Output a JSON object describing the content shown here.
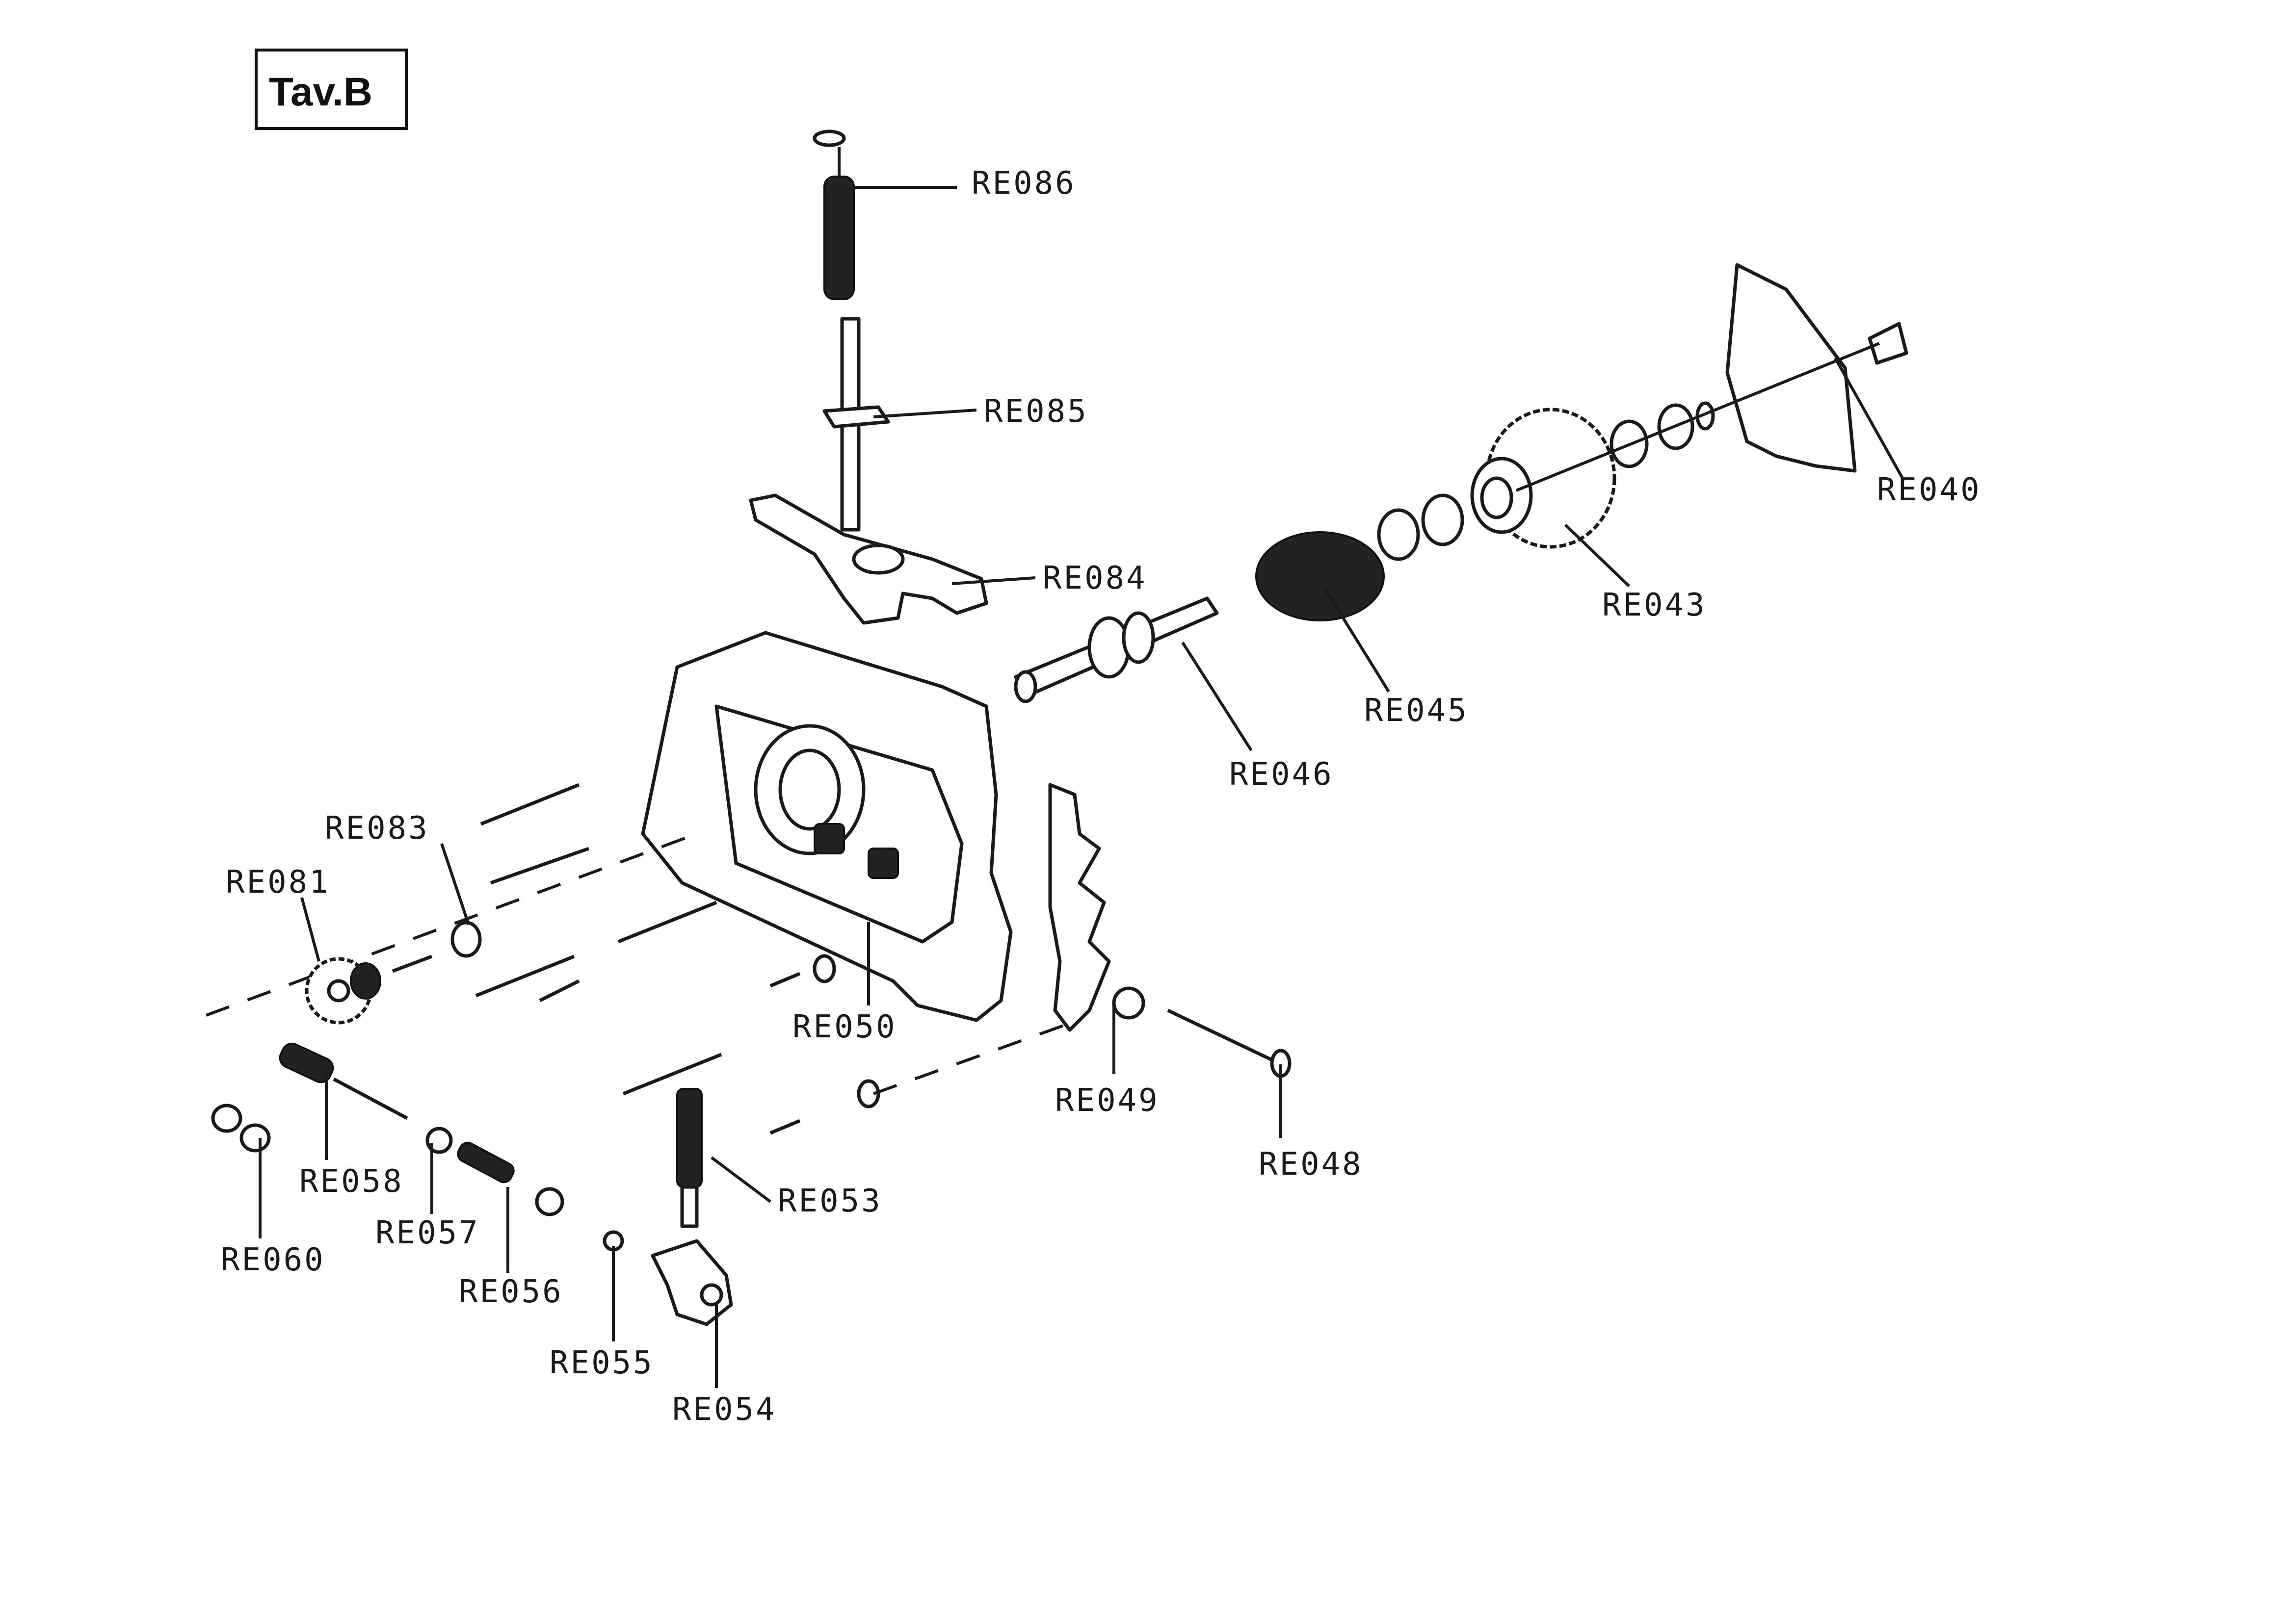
{
  "title": "Tav.B",
  "parts": [
    {
      "code": "RE086"
    },
    {
      "code": "RE085"
    },
    {
      "code": "RE084"
    },
    {
      "code": "RE040"
    },
    {
      "code": "RE043"
    },
    {
      "code": "RE045"
    },
    {
      "code": "RE046"
    },
    {
      "code": "RE083"
    },
    {
      "code": "RE081"
    },
    {
      "code": "RE050"
    },
    {
      "code": "RE049"
    },
    {
      "code": "RE048"
    },
    {
      "code": "RE053"
    },
    {
      "code": "RE058"
    },
    {
      "code": "RE057"
    },
    {
      "code": "RE056"
    },
    {
      "code": "RE060"
    },
    {
      "code": "RE055"
    },
    {
      "code": "RE054"
    }
  ]
}
